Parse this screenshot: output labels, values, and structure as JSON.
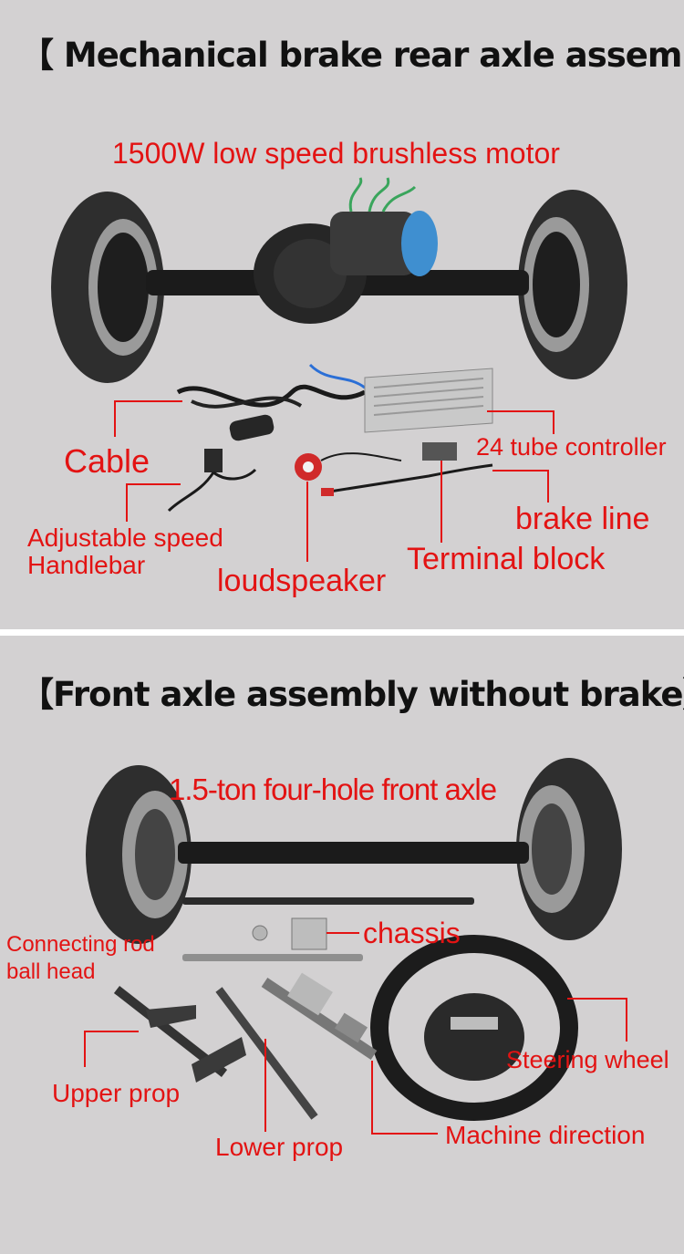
{
  "rear_section": {
    "title": "【 Mechanical brake rear axle assembly 】",
    "labels": {
      "motor": "1500W low speed brushless motor",
      "cable": "Cable",
      "controller": "24 tube controller",
      "brake_line": "brake line",
      "throttle_line1": "Adjustable speed",
      "throttle_line2": "Handlebar",
      "terminal_block": "Terminal block",
      "loudspeaker": "loudspeaker"
    }
  },
  "front_section": {
    "title": "【Front axle assembly without brake】",
    "labels": {
      "front_axle": "1.5-ton four-hole front axle",
      "chassis": "chassis",
      "rod_line1": "Connecting rod",
      "rod_line2": "ball head",
      "steering_wheel": "Steering wheel",
      "upper_prop": "Upper prop",
      "lower_prop": "Lower prop",
      "machine_direction": "Machine direction"
    }
  },
  "colors": {
    "background": "#d3d1d2",
    "label": "#e31313",
    "heading": "#111111",
    "divider": "#ffffff"
  }
}
